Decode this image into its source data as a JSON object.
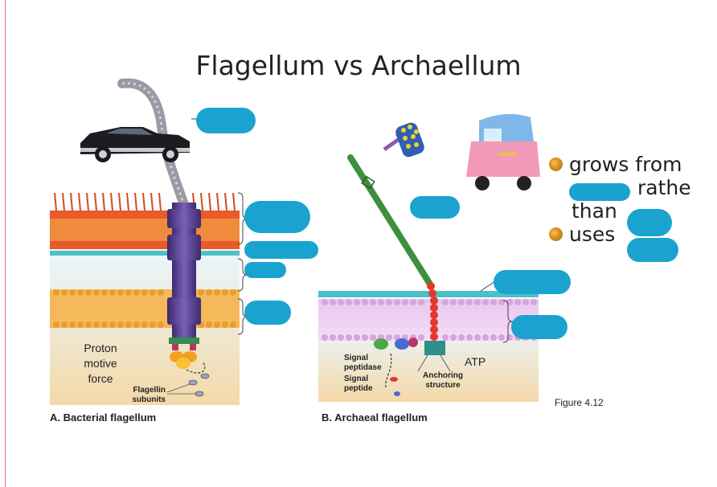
{
  "slide": {
    "title": "Flagellum vs Archaellum",
    "figure_ref": "Figure 4.12"
  },
  "panel_a": {
    "caption": "A. Bacterial flagellum",
    "proton_line1": "Proton",
    "proton_line2": "motive",
    "proton_line3": "force",
    "flagellin_line1": "Flagellin",
    "flagellin_line2": "subunits"
  },
  "panel_b": {
    "caption": "B. Archaeal flagellum",
    "signal_peptidase_line1": "Signal",
    "signal_peptidase_line2": "peptidase",
    "signal_peptide_line1": "Signal",
    "signal_peptide_line2": "peptide",
    "anchoring_line1": "Anchoring",
    "anchoring_line2": "structure",
    "atp": "ATP"
  },
  "bullets": {
    "b1_line1": "grows from",
    "b1_line2": "rathe",
    "b1_line3": "than",
    "b2": "uses"
  },
  "colors": {
    "redaction": "#1aa3cf",
    "motor": "#5a3d8c",
    "hook_green": "#3e8f3e"
  }
}
